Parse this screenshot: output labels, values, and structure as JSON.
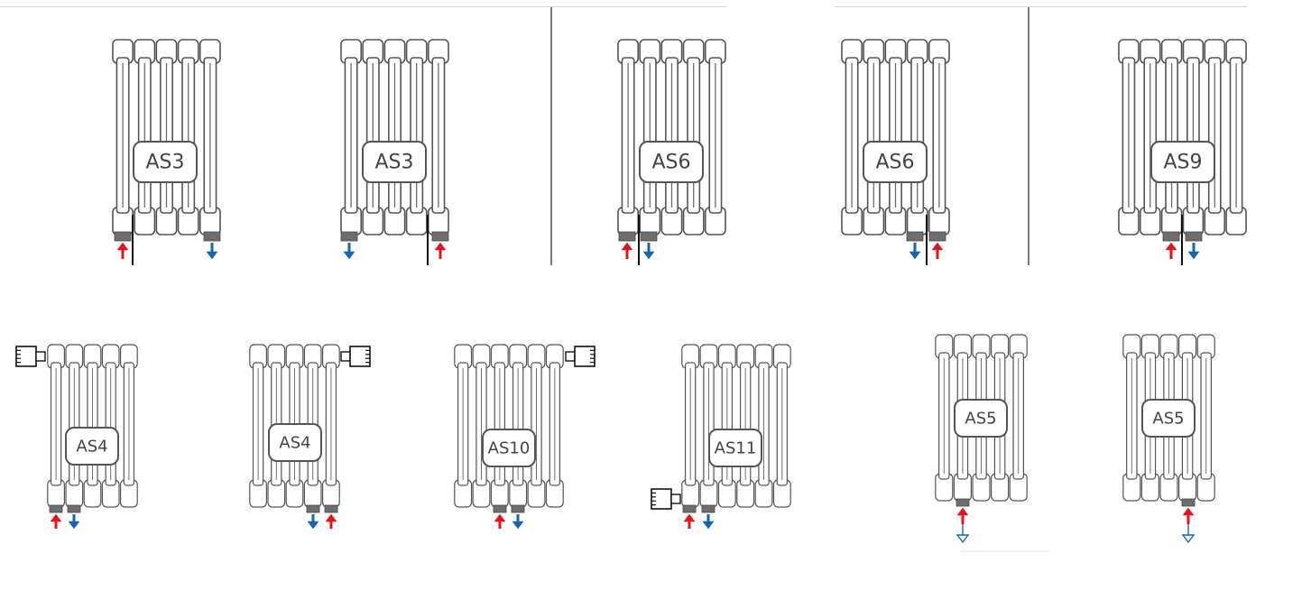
{
  "colors": {
    "outline": "#555555",
    "thin_outline": "#6a6a6a",
    "valve": "#6d6d6d",
    "supply_arrow": "#e3141b",
    "return_arrow": "#1565b0",
    "divider": "#222222"
  },
  "radiators": [
    {
      "label": "AS3",
      "connections": [
        "supply-left",
        "return-right"
      ]
    },
    {
      "label": "AS3",
      "connections": [
        "return-left",
        "supply-right"
      ]
    },
    {
      "label": "AS6",
      "connections": [
        "supply-left",
        "return-left"
      ]
    },
    {
      "label": "AS6",
      "connections": [
        "return-right",
        "supply-right"
      ]
    },
    {
      "label": "AS9",
      "connections": [
        "supply-center",
        "return-center"
      ]
    },
    {
      "label": "AS4",
      "connections": [
        "supply-left",
        "return-left"
      ],
      "thermostat": "top-left"
    },
    {
      "label": "AS4",
      "connections": [
        "return-right",
        "supply-right"
      ],
      "thermostat": "top-right"
    },
    {
      "label": "AS10",
      "connections": [
        "supply-center",
        "return-center"
      ],
      "thermostat": "top-right"
    },
    {
      "label": "AS11",
      "connections": [
        "supply-left",
        "return-left"
      ],
      "thermostat": "bottom-left"
    },
    {
      "label": "AS5",
      "connections": [
        "supply-return-left"
      ]
    },
    {
      "label": "AS5",
      "connections": [
        "supply-return-right"
      ]
    }
  ]
}
